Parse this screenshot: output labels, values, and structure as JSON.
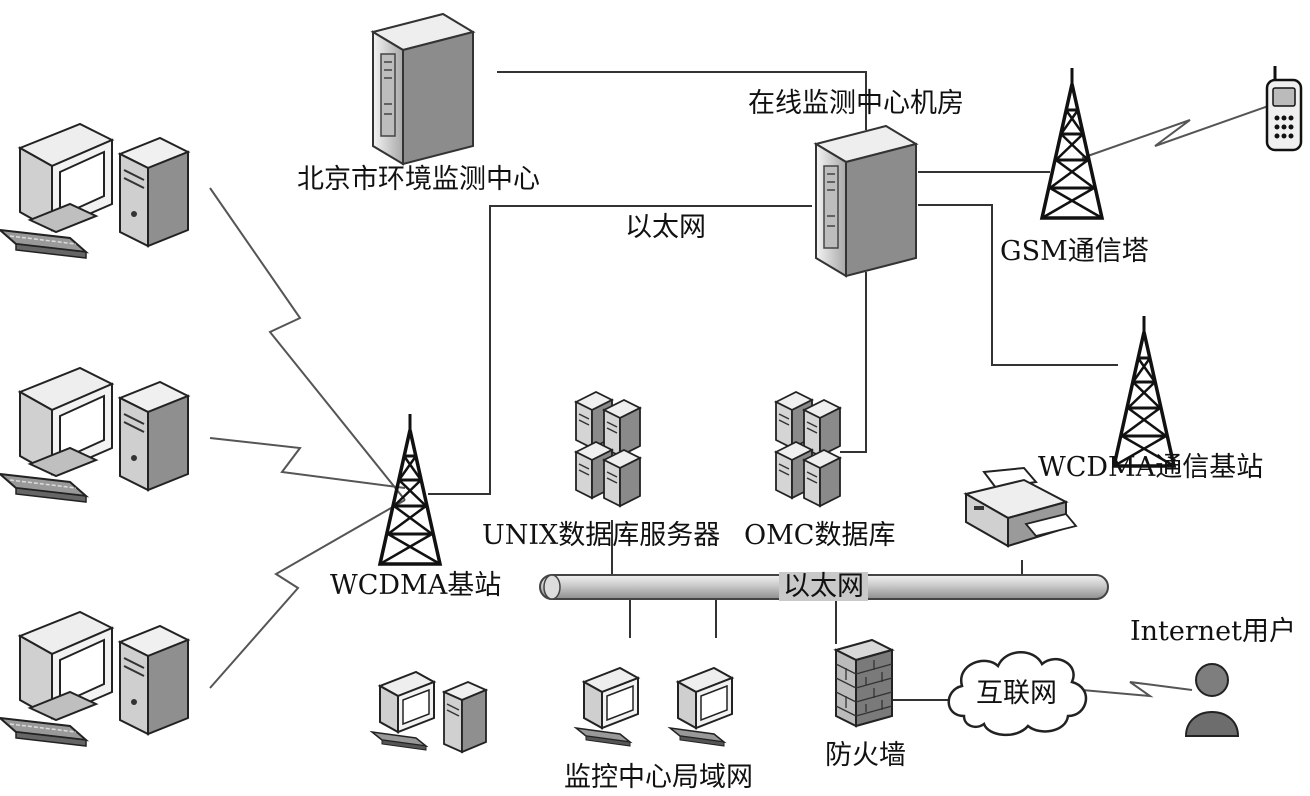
{
  "labels": {
    "beijing_center": "北京市环境监测中心",
    "online_room": "在线监测中心机房",
    "ethernet_top": "以太网",
    "gsm_tower": "GSM通信塔",
    "wcdma_station": "WCDMA通信基站",
    "wcdma_base": "WCDMA基站",
    "unix_db": "UNIX数据库服务器",
    "omc_db": "OMC数据库",
    "ethernet_bus": "以太网",
    "firewall": "防火墙",
    "internet": "互联网",
    "internet_user": "Internet用户",
    "monitor_lan": "监控中心局域网"
  },
  "icons": {
    "server": "server-tower-icon",
    "tower": "antenna-tower-icon",
    "phone": "mobile-phone-icon",
    "workstation": "desktop-computer-icon",
    "server_stack": "server-stack-icon",
    "printer": "printer-icon",
    "firewall": "firewall-icon",
    "cloud": "cloud-icon",
    "user": "user-icon",
    "wireless": "lightning-link-icon"
  },
  "colors": {
    "line": "#333333",
    "device_fill": "#d9d9d9",
    "device_dark": "#6b6b6b",
    "bus_fill": "#cfcfcf"
  }
}
